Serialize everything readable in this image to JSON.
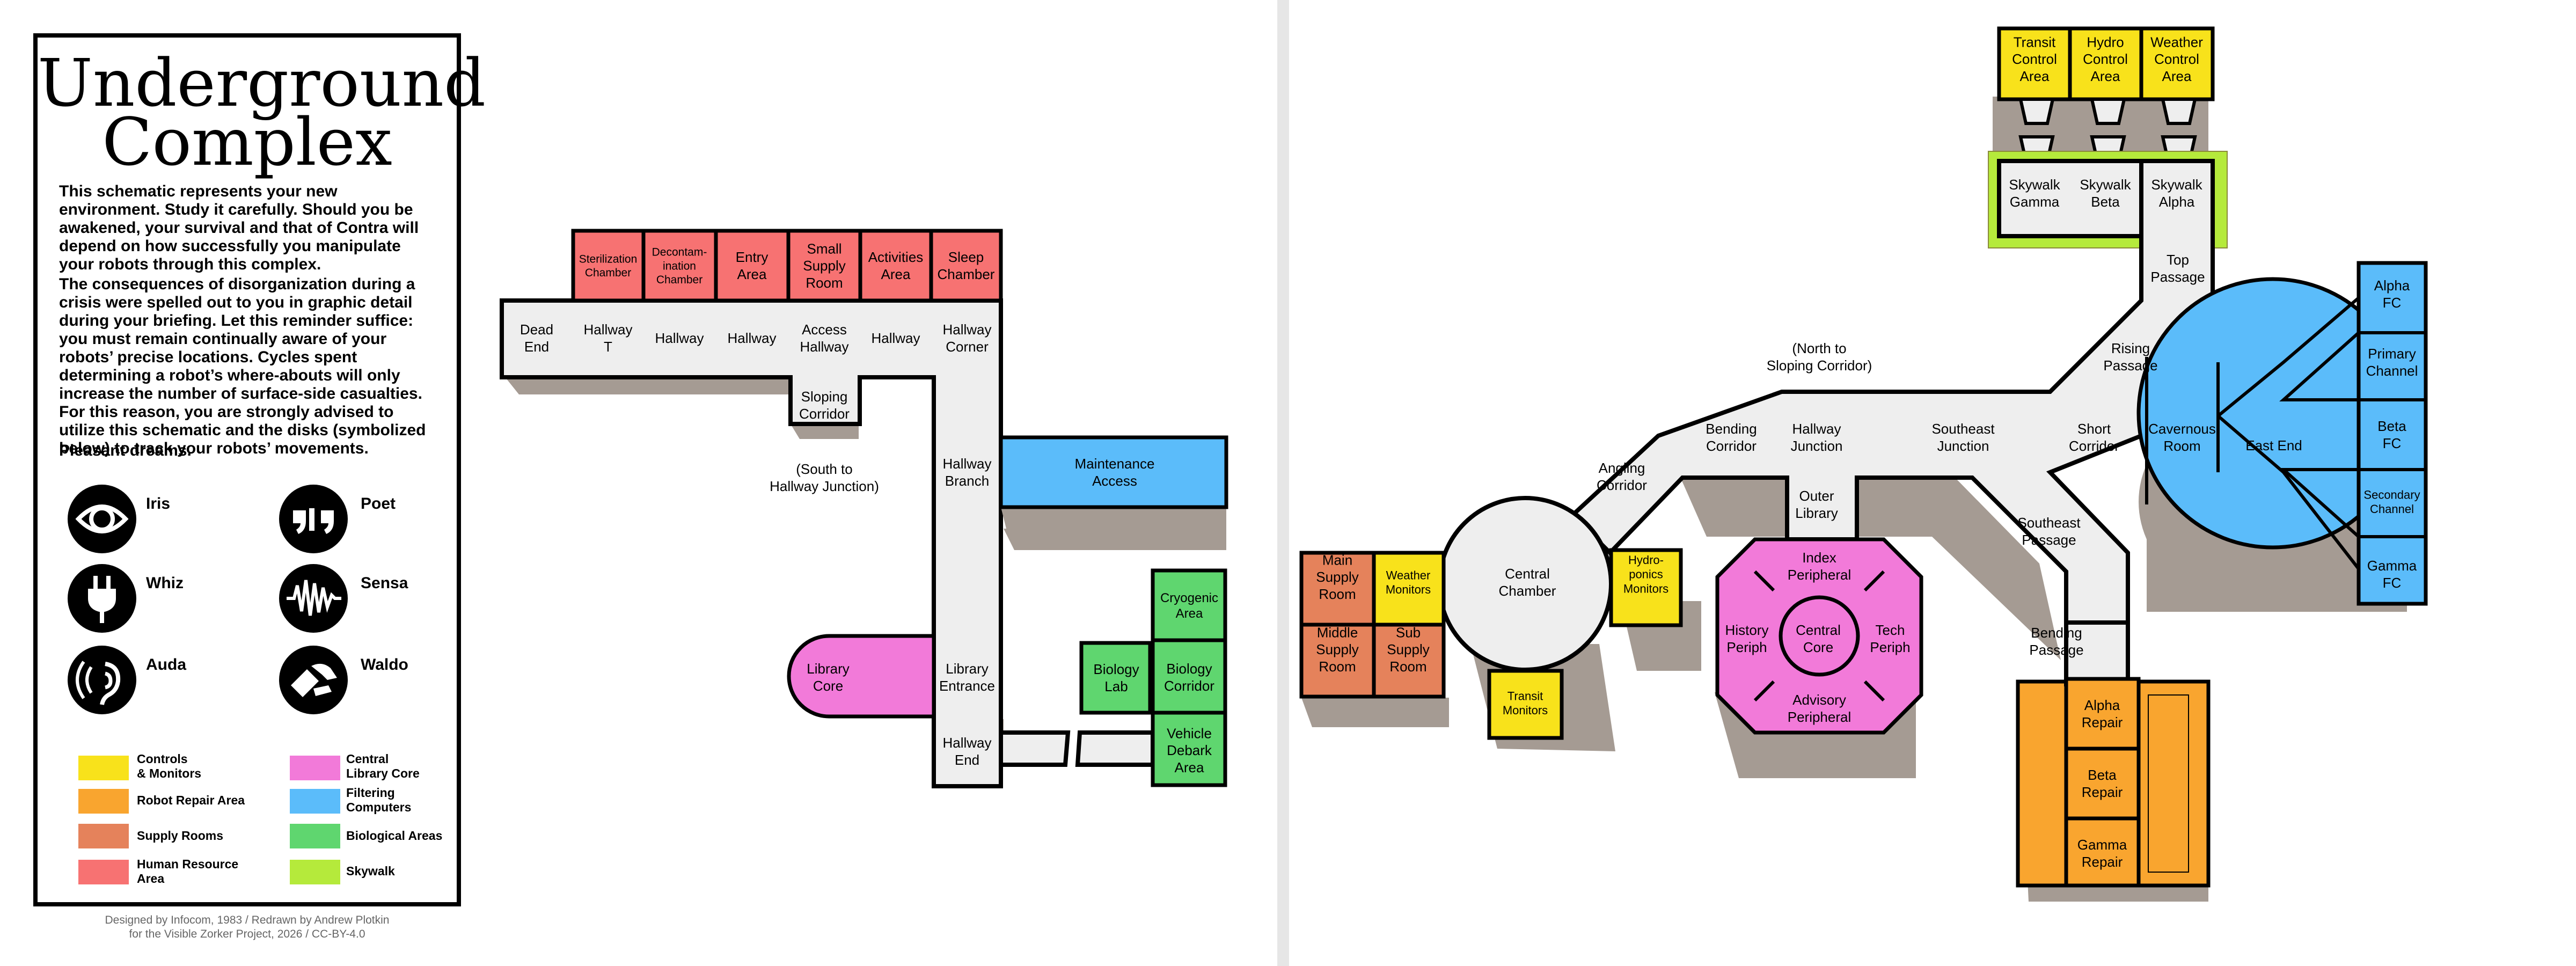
{
  "legend": {
    "title_line1": "Underground",
    "title_line2": "Complex",
    "intro_p1": "This schematic represents your new environment. Study it carefully. Should you be awakened, your survival and that of Contra will depend on how successfully you manipulate your robots through this complex.",
    "intro_p2": "The consequences of disorganization during a crisis were spelled out to you in graphic detail during your briefing. Let this reminder suffice: you must remain continually aware of your robots’ precise locations. Cycles spent determining a robot’s where-abouts will only increase the number of surface-side casualties. For this reason, you are strongly advised to utilize this schematic and the disks (symbolized below) to track your robots’ movements.",
    "intro_p3": "Pleasant dreams.",
    "robots": [
      {
        "name": "Iris",
        "icon": "eye-icon"
      },
      {
        "name": "Poet",
        "icon": "quote-marks-icon"
      },
      {
        "name": "Whiz",
        "icon": "plug-icon"
      },
      {
        "name": "Sensa",
        "icon": "waveform-icon"
      },
      {
        "name": "Auda",
        "icon": "ear-icon"
      },
      {
        "name": "Waldo",
        "icon": "hand-icon"
      }
    ],
    "key": [
      {
        "label": "Controls\n& Monitors",
        "color": "#f8e21b"
      },
      {
        "label": "Central\nLibrary Core",
        "color": "#f27ad9"
      },
      {
        "label": "Robot Repair Area",
        "color": "#f9a52f"
      },
      {
        "label": "Filtering\nComputers",
        "color": "#5bbcfa"
      },
      {
        "label": "Supply Rooms",
        "color": "#e5825b"
      },
      {
        "label": "Biological Areas",
        "color": "#5fd66f"
      },
      {
        "label": "Human Resource\nArea",
        "color": "#f77272"
      },
      {
        "label": "Skywalk",
        "color": "#b5ea3b"
      }
    ],
    "credit_line1": "Designed by Infocom, 1983 / Redrawn by Andrew Plotkin",
    "credit_line2": "for the Visible Zorker Project, 2026 / CC-BY-4.0"
  },
  "map": {
    "colors": {
      "hallway": "#eeeeee",
      "shadow": "#a59b93",
      "outline": "#000000",
      "controls": "#f8e21b",
      "library": "#f27ad9",
      "repair": "#f9a52f",
      "filtering": "#5bbcfa",
      "supply": "#e5825b",
      "biological": "#5fd66f",
      "human": "#f77272",
      "skywalk": "#b5ea3b"
    },
    "west": {
      "sterilization_chamber": "Sterilization\nChamber",
      "decontamination_chamber": "Decontam-\nination\nChamber",
      "entry_area": "Entry\nArea",
      "small_supply_room": "Small\nSupply\nRoom",
      "activities_area": "Activities\nArea",
      "sleep_chamber": "Sleep\nChamber",
      "dead_end": "Dead\nEnd",
      "hallway_t": "Hallway\nT",
      "hallway_a": "Hallway",
      "hallway_b": "Hallway",
      "access_hallway": "Access\nHallway",
      "hallway_c": "Hallway",
      "hallway_corner": "Hallway\nCorner",
      "sloping_corridor": "Sloping\nCorridor",
      "south_note": "(South to\nHallway Junction)",
      "hallway_branch": "Hallway\nBranch",
      "maintenance_access": "Maintenance\nAccess",
      "library_core": "Library\nCore",
      "library_entrance": "Library\nEntrance",
      "hallway_end": "Hallway\nEnd",
      "cryogenic_area": "Cryogenic\nArea",
      "biology_lab": "Biology\nLab",
      "biology_corridor": "Biology\nCorridor",
      "vehicle_debark_area": "Vehicle\nDebark\nArea"
    },
    "east": {
      "transit_control_area": "Transit\nControl\nArea",
      "hydro_control_area": "Hydro\nControl\nArea",
      "weather_control_area": "Weather\nControl\nArea",
      "skywalk_gamma": "Skywalk\nGamma",
      "skywalk_beta": "Skywalk\nBeta",
      "skywalk_alpha": "Skywalk\nAlpha",
      "top_passage": "Top\nPassage",
      "rising_passage": "Rising\nPassage",
      "north_note": "(North to\nSloping Corridor)",
      "bending_corridor": "Bending\nCorridor",
      "hallway_junction": "Hallway\nJunction",
      "southeast_junction": "Southeast\nJunction",
      "short_corridor": "Short\nCorridor",
      "cavernous_room": "Cavernous\nRoom",
      "east_end": "East End",
      "alpha_fc": "Alpha\nFC",
      "primary_channel": "Primary\nChannel",
      "beta_fc": "Beta\nFC",
      "secondary_channel": "Secondary\nChannel",
      "gamma_fc": "Gamma\nFC",
      "angling_corridor": "Angling\nCorridor",
      "outer_library": "Outer\nLibrary",
      "southeast_passage": "Southeast\nPassage",
      "central_chamber": "Central\nChamber",
      "main_supply_room": "Main\nSupply\nRoom",
      "weather_monitors": "Weather\nMonitors",
      "middle_supply_room": "Middle\nSupply\nRoom",
      "sub_supply_room": "Sub\nSupply\nRoom",
      "transit_monitors": "Transit\nMonitors",
      "hydroponics_monitors": "Hydro-\nponics\nMonitors",
      "index_peripheral": "Index\nPeripheral",
      "history_periph": "History\nPeriph",
      "central_core": "Central\nCore",
      "tech_periph": "Tech\nPeriph",
      "advisory_peripheral": "Advisory\nPeripheral",
      "bending_passage": "Bending\nPassage",
      "alpha_repair": "Alpha\nRepair",
      "beta_repair": "Beta\nRepair",
      "gamma_repair": "Gamma\nRepair"
    }
  }
}
